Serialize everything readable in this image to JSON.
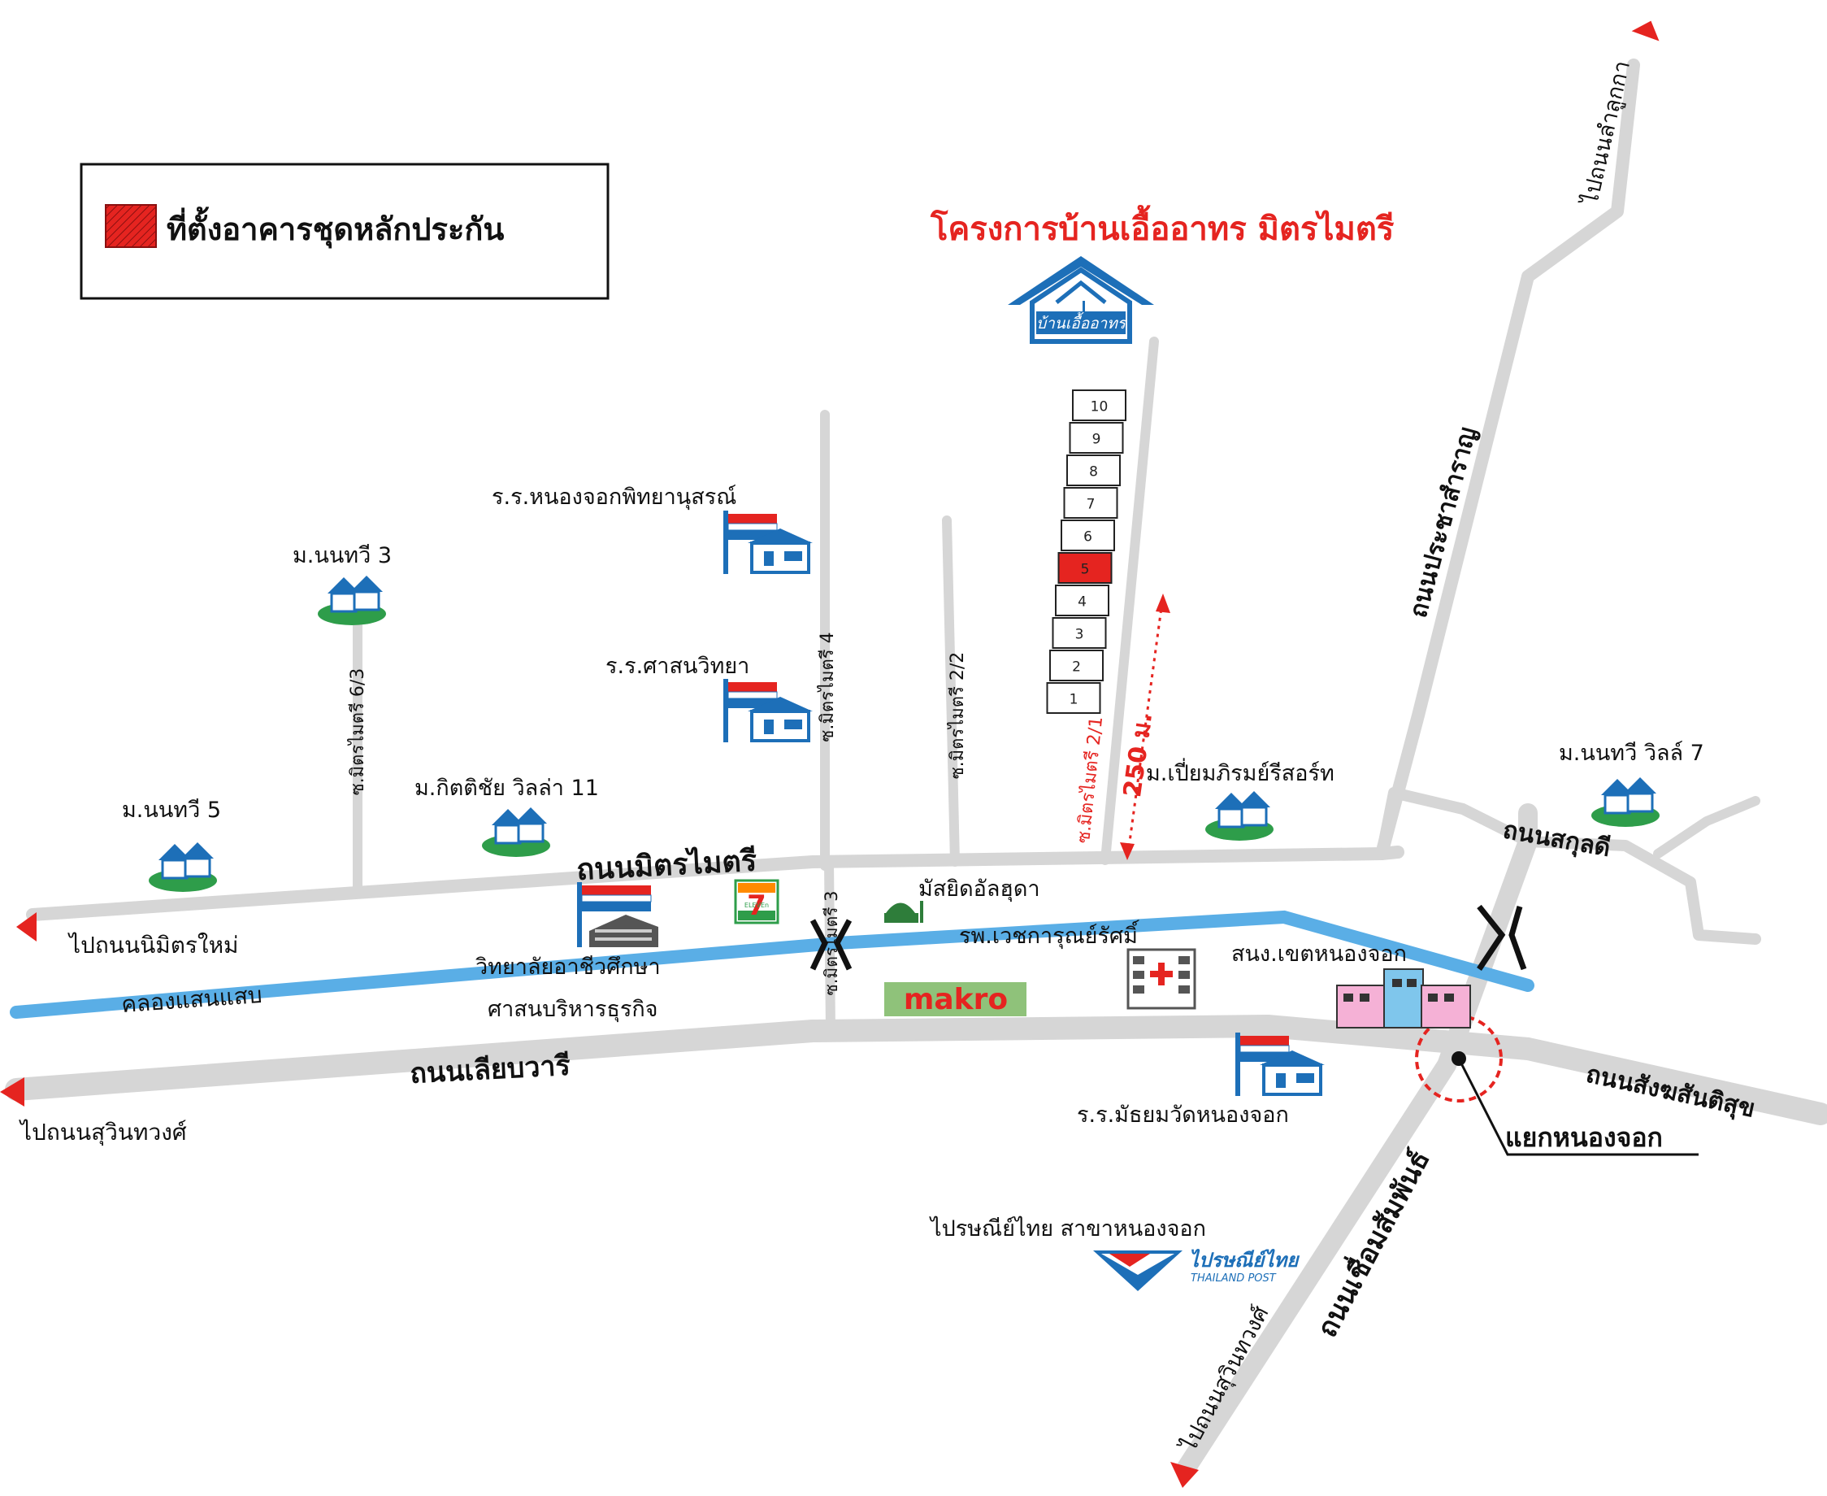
{
  "legend": {
    "label": "ที่ตั้งอาคารชุดหลักประกัน",
    "swatch_color": "#e52420"
  },
  "project": {
    "title": "โครงการบ้านเอื้ออาทร มิตรไมตรี",
    "logo_text": "บ้านเอื้ออาทร",
    "logo_color": "#1d6fb8"
  },
  "lots": {
    "numbers": [
      "10",
      "9",
      "8",
      "7",
      "6",
      "5",
      "4",
      "3",
      "2",
      "1"
    ],
    "highlighted": "5"
  },
  "distance": "250 ม.",
  "roads": {
    "mitmaitri": "ถนนมิตรไมตรี",
    "liapwari": "ถนนเลียบวารี",
    "prachasamran": "ถนนประชาสำราญ",
    "sakunlee": "ถนนสกุลดี",
    "sangkhom": "ถนนสังฆสันติสุข",
    "chueamsamphan": "ถนนเชื่อมสัมพันธ์",
    "canal": "คลองแสนแสบ",
    "soi_6_3": "ซ.มิตรไมตรี 6/3",
    "soi_4": "ซ.มิตรไมตรี 4",
    "soi_2_2": "ซ.มิตรไมตรี 2/2",
    "soi_2_1": "ซ.มิตรไมตรี 2/1",
    "soi_3": "ซ.มิตรไมตรี 3"
  },
  "directions": {
    "to_lamlukka": "ไปถนนลำลูกกา",
    "to_nimit": "ไปถนนนิมิตรใหม่",
    "to_suwinthawong_west": "ไปถนนสุวินทวงศ์",
    "to_suwinthawong_south": "ไปถนนสุวินทวงศ์"
  },
  "places": {
    "school_phittaya": "ร.ร.หนองจอกพิทยานุสรณ์",
    "school_sasanawittaya": "ร.ร.ศาสนวิทยา",
    "nonthawee3": "ม.นนทวี 3",
    "kittichai": "ม.กิตติชัย วิลล่า 11",
    "nonthawee5": "ม.นนทวี 5",
    "piam": "ม.เปี่ยมภิรมย์รีสอร์ท",
    "nonthawee_ville7": "ม.นนทวี วิลล์ 7",
    "college_line1": "วิทยาลัยอาชีวศึกษา",
    "college_line2": "ศาสนบริหารธุรกิจ",
    "mosque": "มัสยิดอัลฮุดา",
    "hospital": "รพ.เวชการุณย์รัศมิ์",
    "district_office": "สนง.เขตหนองจอก",
    "school_mattayom": "ร.ร.มัธยมวัดหนองจอก",
    "post_office": "ไปรษณีย์ไทย สาขาหนองจอก",
    "post_logo_th": "ไปรษณีย์ไทย",
    "post_logo_en": "THAILAND POST",
    "intersection": "แยกหนองจอก",
    "makro": "makro",
    "seven_eleven": "7",
    "seven_eleven_sub": "ELEVEn"
  }
}
